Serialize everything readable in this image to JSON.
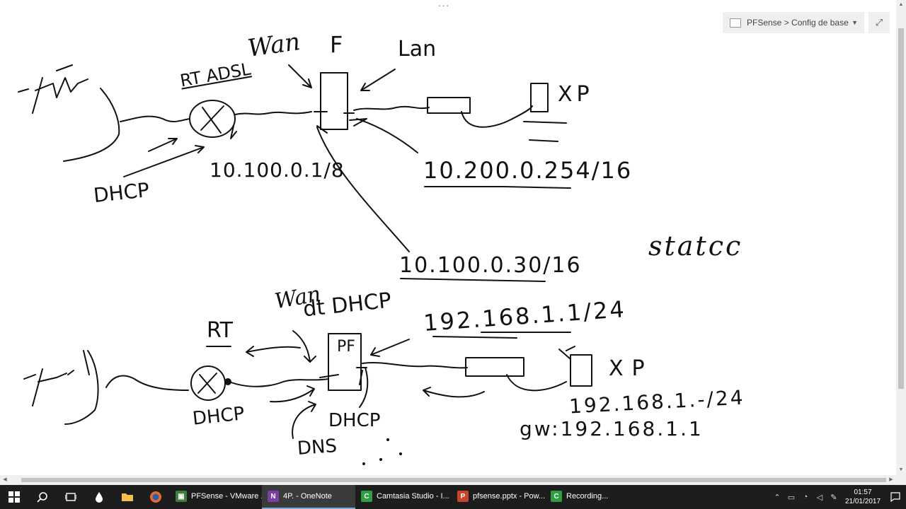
{
  "breadcrumb": {
    "label": "PFSense > Config de base"
  },
  "drag_handle": "···",
  "expand_icon": "⤢",
  "diagram": {
    "top": {
      "wan_label": "Wan",
      "fw_label": "F",
      "lan_label": "Lan",
      "router_label": "RT ADSL",
      "dhcp_label": "DHCP",
      "router_ip": "10.100.0.1/8",
      "lan_ip": "10.200.0.254/16",
      "wan_ip": "10.100.0.30/16",
      "client_label": "XP",
      "static_label": "statcc"
    },
    "bottom": {
      "wan_dhcp_label": "Wan",
      "wan_dhcp_label2": "dt DHCP",
      "router_label": "RT",
      "fw_label": "PF",
      "lan_ip": "192.168.1.1/24",
      "client_label": "XP",
      "dhcp_label_left": "DHCP",
      "dhcp_label_fw": "DHCP",
      "dns_label": "DNS",
      "client_net": "192.168.1.-/24",
      "gateway": "gw:192.168.1.1"
    }
  },
  "taskbar": {
    "apps": [
      {
        "label": "PFSense - VMware ...",
        "icon": "vmware-icon",
        "color": "#3e7d3e"
      },
      {
        "label": "4P. - OneNote",
        "icon": "onenote-icon",
        "color": "#7b3ea7",
        "active": true
      },
      {
        "label": "Camtasia Studio - I...",
        "icon": "camtasia-icon",
        "color": "#2f9e44"
      },
      {
        "label": "pfsense.pptx - Pow...",
        "icon": "powerpoint-icon",
        "color": "#c8442a"
      },
      {
        "label": "Recording...",
        "icon": "recording-icon",
        "color": "#2f9e44"
      }
    ],
    "time": "01:57",
    "date": "21/01/2017"
  }
}
